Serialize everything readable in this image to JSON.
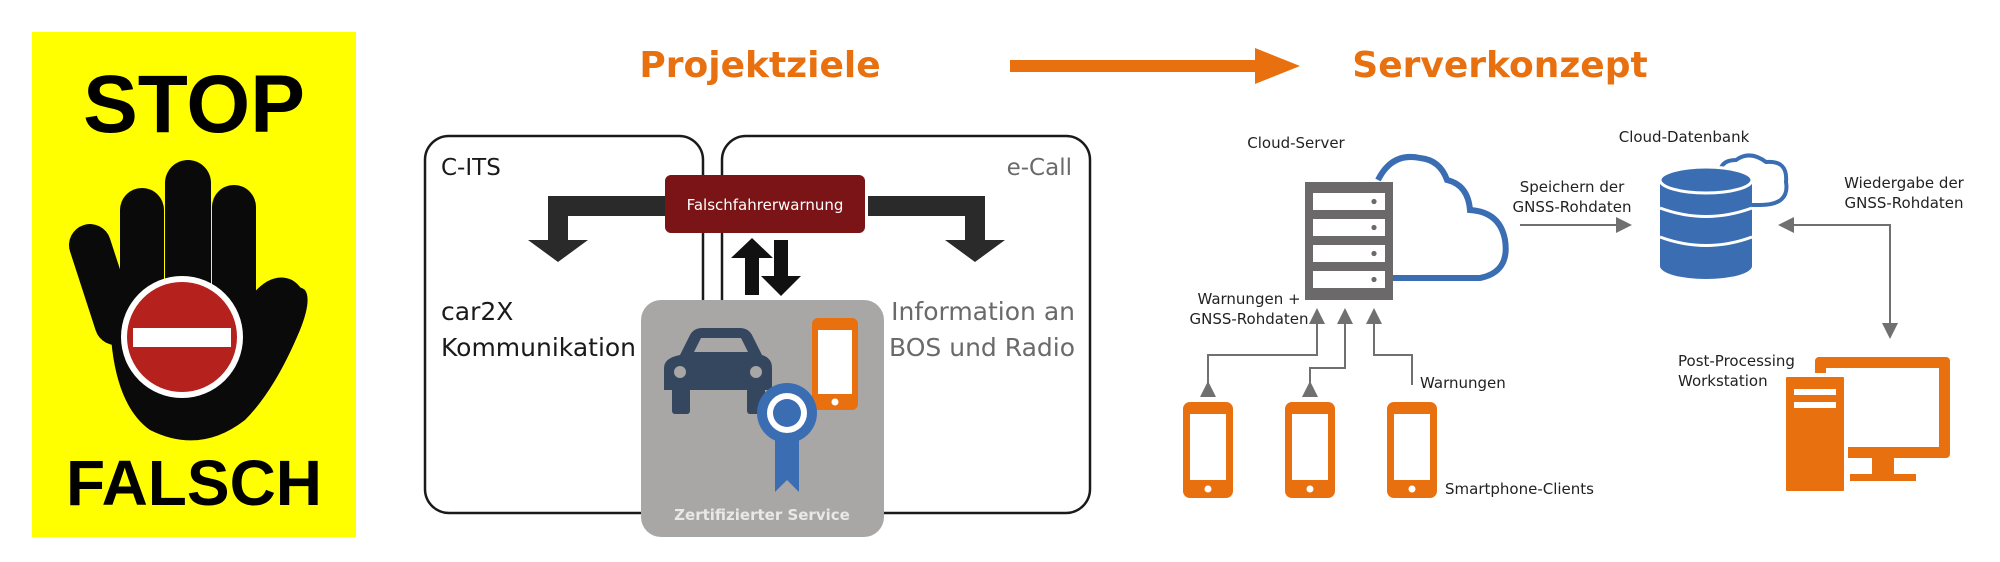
{
  "sign": {
    "top": "STOP",
    "bottom": "FALSCH",
    "colors": {
      "background": "#ffff00",
      "hand": "#0a0a0a",
      "disc": "#b5221d"
    }
  },
  "headings": {
    "left": "Projektziele",
    "right": "Serverkonzept",
    "color": "#e8700f"
  },
  "projektziele": {
    "cits": "C-ITS",
    "ecall": "e-Call",
    "warning_box": "Falschfahrerwarnung",
    "car2x_line1": "car2X",
    "car2x_line2": "Kommunikation",
    "info_line1": "Information an",
    "info_line2": "BOS und Radio",
    "service": "Zertifizierter Service",
    "colors": {
      "warning_box": "#7a1416",
      "service_box": "#a9a6a6",
      "car": "#34475f",
      "badge": "#3b6db3",
      "phone": "#e8700f"
    }
  },
  "serverkonzept": {
    "cloud_server": "Cloud-Server",
    "cloud_db": "Cloud-Datenbank",
    "store_line1": "Speichern der",
    "store_line2": "GNSS-Rohdaten",
    "replay_line1": "Wiedergabe der",
    "replay_line2": "GNSS-Rohdaten",
    "warnings_plus_line1": "Warnungen +",
    "warnings_plus_line2": "GNSS-Rohdaten",
    "warnings": "Warnungen",
    "smartphones": "Smartphone-Clients",
    "pp_line1": "Post-Processing",
    "pp_line2": "Workstation",
    "colors": {
      "server": "#6b6969",
      "cloud": "#3b6db3",
      "db": "#3b6db3",
      "phone": "#e8700f",
      "workstation": "#e8700f",
      "arrows": "#707070"
    }
  }
}
